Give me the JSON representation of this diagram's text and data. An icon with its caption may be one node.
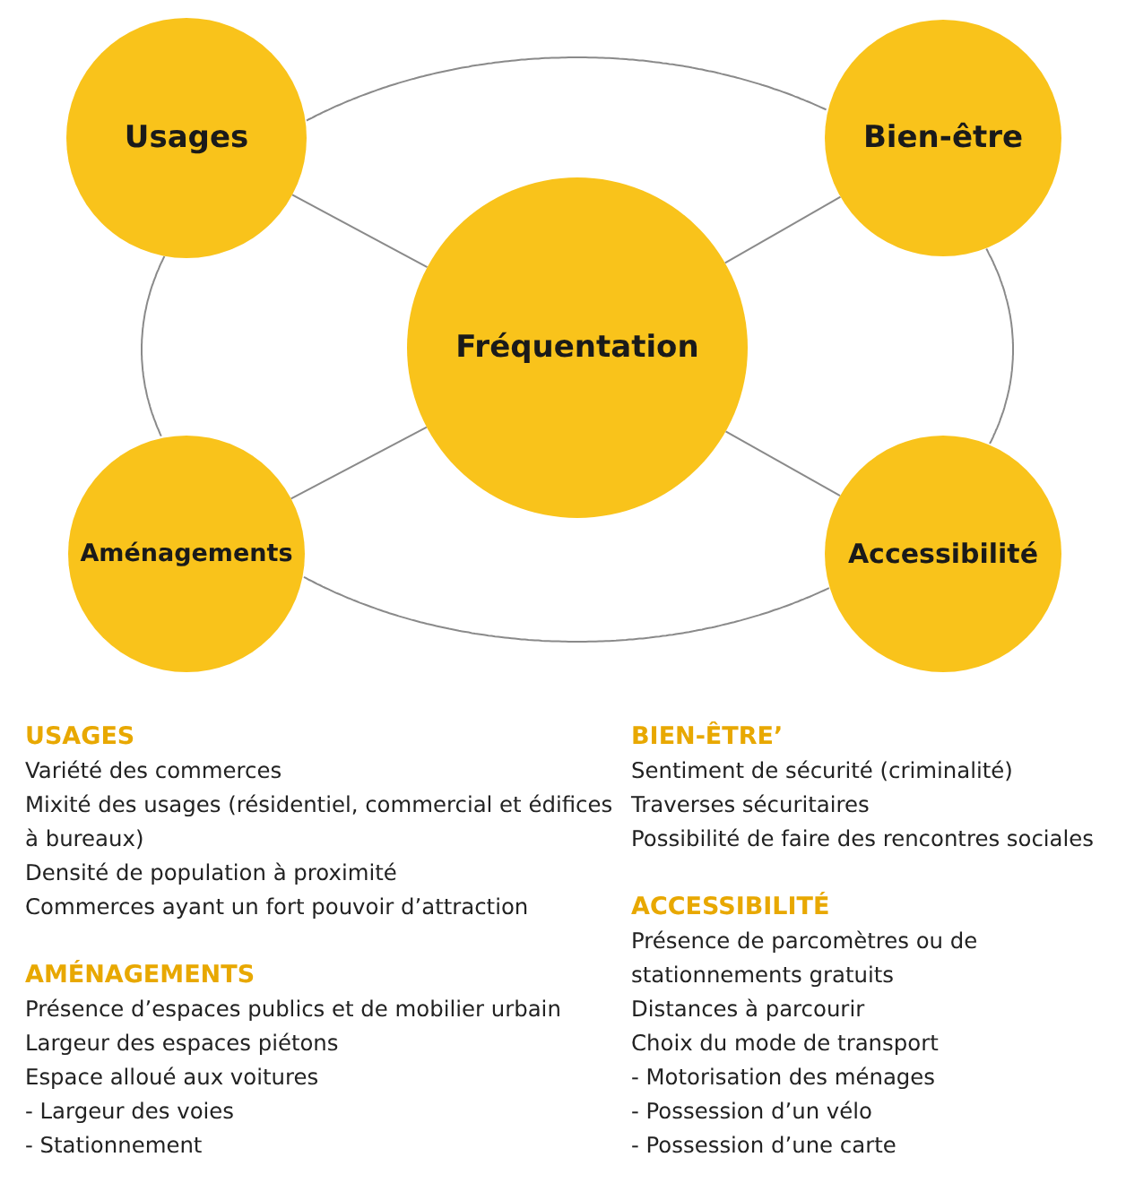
{
  "diagram": {
    "nodes": [
      {
        "text": [
          "Usages"
        ]
      },
      {
        "text": [
          "Bien-être"
        ]
      },
      {
        "text": [
          "Fréquentation"
        ]
      },
      {
        "text": [
          "Aménagements"
        ]
      },
      {
        "text": [
          "Accessibilité"
        ]
      }
    ],
    "edges": [
      {
        "from": 0,
        "to": 1,
        "arrow": "none"
      },
      {
        "from": 1,
        "to": 4,
        "arrow": "none"
      },
      {
        "from": 4,
        "to": 3,
        "arrow": "none"
      },
      {
        "from": 3,
        "to": 0,
        "arrow": "none"
      },
      {
        "from": 0,
        "to": 2,
        "arrow": "none"
      },
      {
        "from": 1,
        "to": 2,
        "arrow": "none"
      },
      {
        "from": 3,
        "to": 2,
        "arrow": "none"
      },
      {
        "from": 4,
        "to": 2,
        "arrow": "none"
      }
    ],
    "labels": [
      "USAGES",
      "Variété des commerces",
      "Mixité des usages (résidentiel, commercial et édifices à bureaux)",
      "Densité de population à proximité",
      "Commerces ayant un fort pouvoir d’attraction",
      "AMÉNAGEMENTS",
      "Présence d’espaces publics et de mobilier urbain",
      "Largeur des espaces piétons",
      "Espace alloué aux voitures",
      "- Largeur des voies",
      "- Stationnement",
      "BIEN-ÊTRE’",
      "Sentiment de sécurité (criminalité)",
      "Traverses sécuritaires",
      "Possibilité de faire des rencontres sociales",
      "ACCESSIBILITÉ",
      "Présence de parcomètres ou de stationnements gratuits",
      "Distances à parcourir",
      "Choix du mode de transport",
      "- Motorisation des ménages",
      "- Possession d’un vélo",
      "- Possession d’une carte"
    ]
  }
}
